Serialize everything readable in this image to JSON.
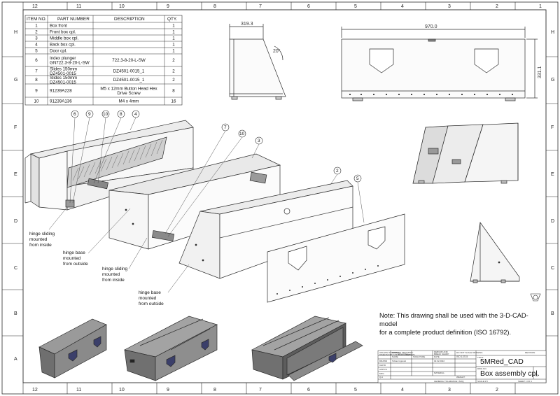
{
  "zones": {
    "columns": [
      "12",
      "11",
      "10",
      "9",
      "8",
      "7",
      "6",
      "5",
      "4",
      "3",
      "2",
      "1"
    ],
    "rows": [
      "H",
      "G",
      "F",
      "E",
      "D",
      "C",
      "B",
      "A"
    ]
  },
  "bom": {
    "headers": [
      "ITEM NO.",
      "PART NUMBER",
      "DESCRIPTION",
      "QTY."
    ],
    "rows": [
      {
        "item": "1",
        "part": [
          "Box front"
        ],
        "desc": [
          ""
        ],
        "qty": "1"
      },
      {
        "item": "2",
        "part": [
          "Front box cpl."
        ],
        "desc": [
          ""
        ],
        "qty": "1"
      },
      {
        "item": "3",
        "part": [
          "Middle box cpl."
        ],
        "desc": [
          ""
        ],
        "qty": "1"
      },
      {
        "item": "4",
        "part": [
          "Back box cpl."
        ],
        "desc": [
          ""
        ],
        "qty": "1"
      },
      {
        "item": "5",
        "part": [
          "Door cpl."
        ],
        "desc": [
          ""
        ],
        "qty": "1"
      },
      {
        "item": "6",
        "part": [
          "Index plunger",
          "GN722.3-8-20-L-SW"
        ],
        "desc": [
          "722.3-8-20-L-SW"
        ],
        "qty": "2"
      },
      {
        "item": "7",
        "part": [
          "Slides 150mm",
          "DZ4501-0015"
        ],
        "desc": [
          "DZ4501-0015_1"
        ],
        "qty": "2"
      },
      {
        "item": "8",
        "part": [
          "Slides 150mm",
          "DZ4501-0015"
        ],
        "desc": [
          "DZ4501-0015_1"
        ],
        "qty": "2"
      },
      {
        "item": "9",
        "part": [
          "91239A228"
        ],
        "desc": [
          "M5 x 12mm Button Head Hex",
          "Drive Screw"
        ],
        "qty": "8"
      },
      {
        "item": "10",
        "part": [
          "91239A136"
        ],
        "desc": [
          "M4 x 4mm"
        ],
        "qty": "16"
      }
    ]
  },
  "dimensions": {
    "side_width": "319.3",
    "side_angle": "20°",
    "front_width": "970.0",
    "front_height": "331.1"
  },
  "callouts": [
    "6",
    "9",
    "10",
    "8",
    "4",
    "7",
    "10",
    "3",
    "2",
    "5"
  ],
  "annotations": {
    "a1": [
      "hinge sliding",
      "mounted",
      "from inside"
    ],
    "a2": [
      "hinge base",
      "mounted",
      "from outside"
    ],
    "a3": [
      "hinge sliding",
      "mounted",
      "from inside"
    ],
    "a4": [
      "hinge base",
      "mounted",
      "from outside"
    ]
  },
  "note": {
    "line1": "Note: This drawing shall be used with the 3-D-CAD-",
    "line2": "model",
    "line3": "for a complete product definition (ISO 16792)."
  },
  "title_block": {
    "drawing_name": "5MRed_CAD",
    "title": "Box assembly cpl.",
    "size": "A2",
    "standard": "ISO 2768-m",
    "iso_ref": "ISO 13715",
    "rows": [
      "DRAWN",
      "CHK'D",
      "APPV'D",
      "MFG",
      "Q.A"
    ],
    "small_notes": {
      "left": [
        "UNLESS OTHERWISE SPECIFIED:",
        "DIMENSIONS ARE IN MILLIMETERS",
        "SURFACE FINISH:",
        "TOLERANCES:",
        "LINEAR:",
        "ANGULAR:"
      ],
      "finish": "FINISH:",
      "deburr": [
        "DEBURR AND",
        "BREAK SHARP",
        "EDGES"
      ],
      "no_scale": "DO NOT SCALE DRAWING",
      "revision": "REVISION",
      "name": "NAME",
      "signature": "SIGNATURE",
      "date": "DATE",
      "title_label": "TITLE:",
      "material": "MATERIAL:",
      "weight": "WEIGHT:",
      "dwg_no": "DWG NO.",
      "scale": "SCALE:1:5",
      "sheet": "SHEET 1 OF 1",
      "drawn_name": "Tobias Ingreski",
      "drawn_date": "02.02.2022",
      "general_tolerance": "GENERAL TOLERANCE: ISO",
      "qty": "Q."
    }
  },
  "colors": {
    "line": "#2b2b2b",
    "fill_light": "#f6f6f6",
    "fill_mid": "#d4d4d4",
    "fill_dark": "#7d7d7d",
    "fill_darker": "#5a5a5a",
    "hatch": "#555555"
  }
}
